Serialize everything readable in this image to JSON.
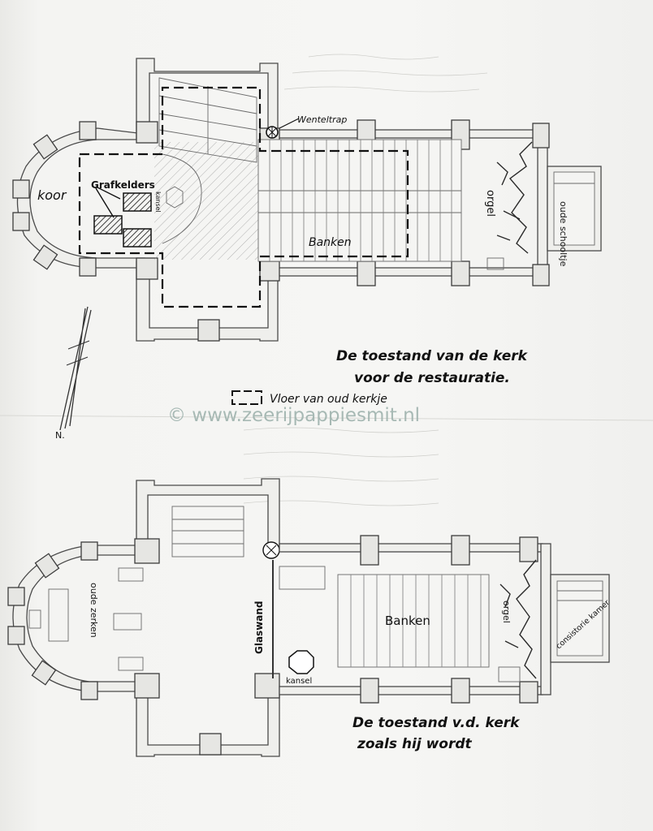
{
  "top_plan": {
    "labels": {
      "koor": "koor",
      "grafkelders": "Grafkelders",
      "kansel": "kansel",
      "wenteltrap": "Wenteltrap",
      "banken": "Banken",
      "orgel": "orgel",
      "oude_schooltje": "oude schooltje"
    },
    "caption_line1": "De toestand van de kerk",
    "caption_line2": "voor de restauratie.",
    "legend_text": "Vloer van oud kerkje"
  },
  "watermark": "© www.zeerijpappiesmit.nl",
  "north_label": "N.",
  "bottom_plan": {
    "labels": {
      "oude_zerken": "oude zerken",
      "glaswand": "Glaswand",
      "banken": "Banken",
      "orgel": "orgel",
      "kansel": "kansel",
      "consistorie_kamer": "consistorie kamer"
    },
    "caption_line1": "De toestand v.d. kerk",
    "caption_line2": "zoals hij wordt"
  }
}
